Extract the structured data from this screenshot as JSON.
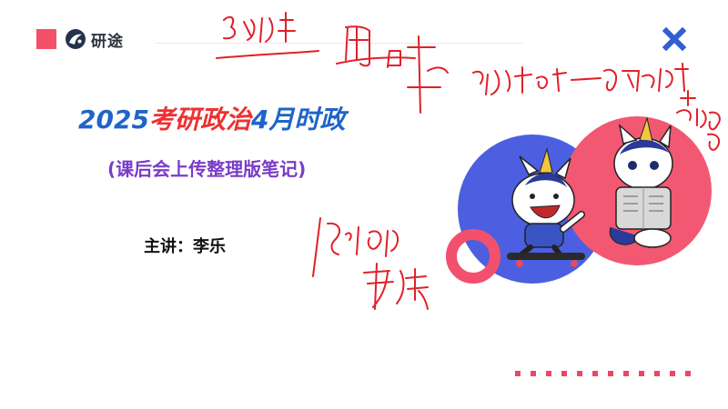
{
  "brand": {
    "name": "研途"
  },
  "title": {
    "year": "2025",
    "part1": "考研政治",
    "part2": "4月时政"
  },
  "subtitle": "(课后会上传整理版笔记)",
  "speaker": "主讲：李乐",
  "colors": {
    "accent_red": "#f4506a",
    "title_blue": "#1f64c8",
    "title_red": "#ef3030",
    "subtitle_purple": "#7a3cc7",
    "close_blue": "#2f5fd0",
    "circle_blue": "#4b5fe0",
    "circle_red": "#f25872"
  },
  "icons": [
    "logo-icon",
    "close-icon"
  ]
}
